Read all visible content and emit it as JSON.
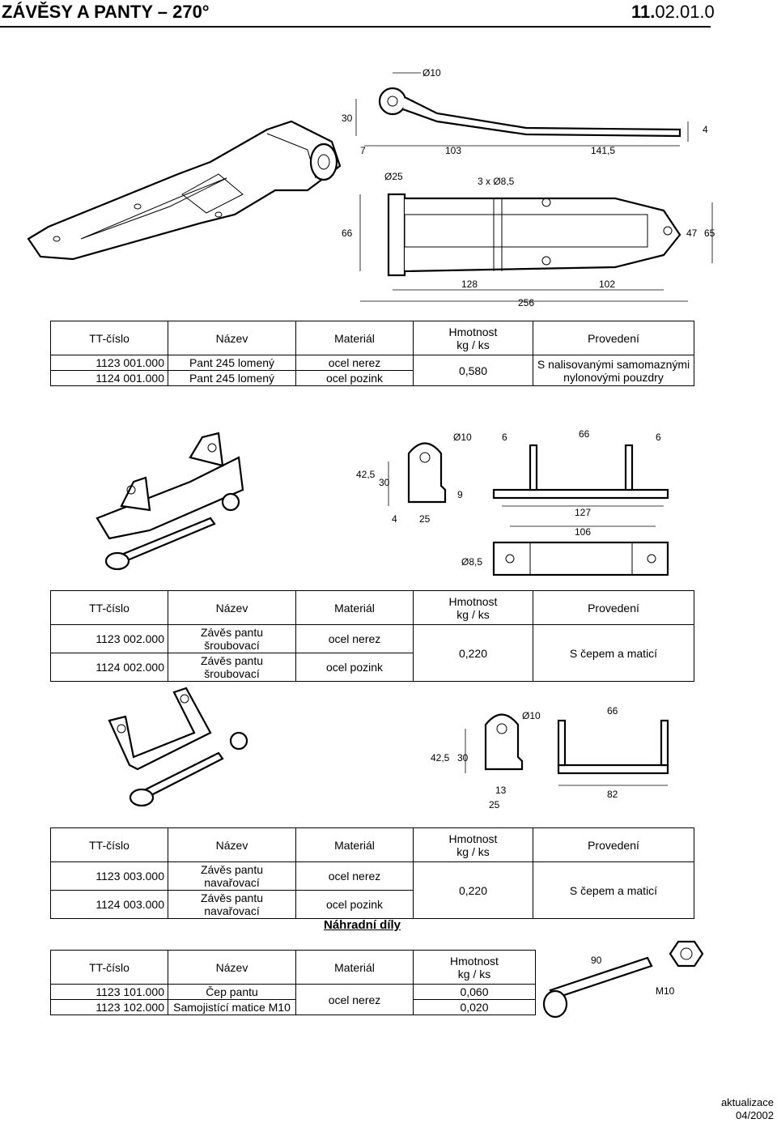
{
  "header": {
    "title": "ZÁVĚSY A PANTY – 270°",
    "code_bold": "11.",
    "code_rest": "02.01.0"
  },
  "table_headers": {
    "tt": "TT-číslo",
    "name": "Název",
    "material": "Materiál",
    "weight_1": "Hmotnost",
    "weight_2": "kg / ks",
    "variant": "Provedení"
  },
  "product1": {
    "dims": [
      "Ø10",
      "30",
      "4",
      "7",
      "103",
      "141,5",
      "Ø25",
      "3 x Ø8,5",
      "66",
      "47",
      "65",
      "128",
      "102",
      "256"
    ],
    "rows": [
      {
        "tt": "1123 001.000",
        "name": "Pant 245 lomený",
        "material": "ocel nerez"
      },
      {
        "tt": "1124 001.000",
        "name": "Pant 245 lomený",
        "material": "ocel pozink"
      }
    ],
    "weight": "0,580",
    "variant_1": "S nalisovanými samomaznými",
    "variant_2": "nylonovými pouzdry"
  },
  "product2": {
    "dims": [
      "Ø10",
      "6",
      "66",
      "6",
      "42,5",
      "30",
      "9",
      "4",
      "25",
      "127",
      "106",
      "Ø8,5"
    ],
    "rows": [
      {
        "tt": "1123 002.000",
        "name": "Závěs pantu šroubovací",
        "material": "ocel nerez"
      },
      {
        "tt": "1124 002.000",
        "name": "Závěs pantu šroubovací",
        "material": "ocel pozink"
      }
    ],
    "weight": "0,220",
    "variant": "S čepem a maticí"
  },
  "product3": {
    "dims": [
      "Ø10",
      "66",
      "42,5",
      "30",
      "13",
      "25",
      "82"
    ],
    "rows": [
      {
        "tt": "1123 003.000",
        "name": "Závěs pantu navařovací",
        "material": "ocel nerez"
      },
      {
        "tt": "1124 003.000",
        "name": "Závěs pantu navařovací",
        "material": "ocel pozink"
      }
    ],
    "weight": "0,220",
    "variant": "S čepem a maticí"
  },
  "spares": {
    "title": "Náhradní díly",
    "dims": [
      "90",
      "M10"
    ],
    "material": "ocel nerez",
    "rows": [
      {
        "tt": "1123 101.000",
        "name": "Čep pantu",
        "weight": "0,060"
      },
      {
        "tt": "1123 102.000",
        "name": "Samojistící matice M10",
        "weight": "0,020"
      }
    ]
  },
  "footer": {
    "line1": "aktualizace",
    "line2": "04/2002"
  }
}
